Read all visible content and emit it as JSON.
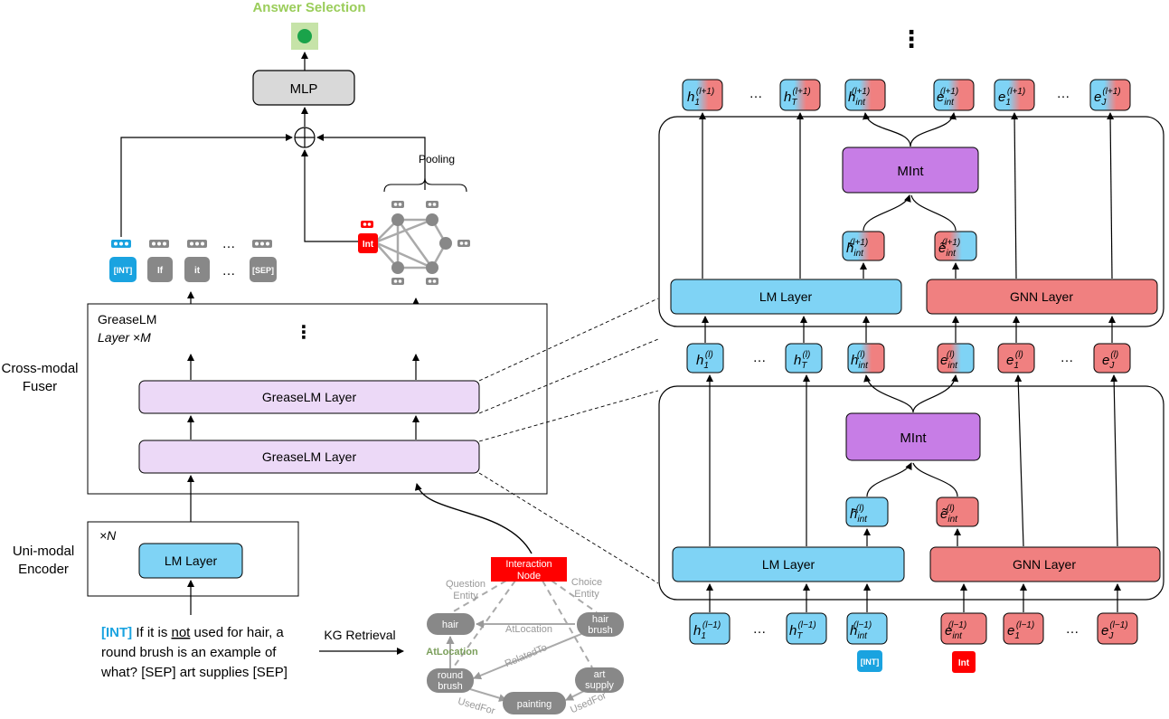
{
  "left": {
    "answer_selection": "Answer Selection",
    "mlp": "MLP",
    "pooling": "Pooling",
    "tokens": [
      "[INT]",
      "If",
      "it",
      "…",
      "[SEP]"
    ],
    "int_node": "Int",
    "greaselm_box_title_1": "GreaseLM",
    "greaselm_box_title_2": "Layer ×M",
    "greaselm_layer_top": "GreaseLM Layer",
    "greaselm_layer_bottom": "GreaseLM Layer",
    "cross_modal_1": "Cross-modal",
    "cross_modal_2": "Fuser",
    "uni_modal_1": "Uni-modal",
    "uni_modal_2": "Encoder",
    "encoder_box_title": "×N",
    "lm_layer": "LM Layer",
    "input_int": "[INT]",
    "input_line1_a": " If it is ",
    "input_line1_not": "not",
    "input_line1_b": " used for hair, a",
    "input_line2": "round brush is an example of",
    "input_line3": "what? [SEP] art supplies  [SEP]",
    "kg_retrieval": "KG Retrieval"
  },
  "kg": {
    "interaction_node_1": "Interaction",
    "interaction_node_2": "Node",
    "question_entity_1": "Question",
    "question_entity_2": "Entity",
    "choice_entity_1": "Choice",
    "choice_entity_2": "Entity",
    "hair": "hair",
    "hair_brush_1": "hair",
    "hair_brush_2": "brush",
    "round_brush_1": "round",
    "round_brush_2": "brush",
    "art_supply_1": "art",
    "art_supply_2": "supply",
    "painting": "painting",
    "edge_atlocation": "AtLocation",
    "edge_atlocation_green": "AtLocation",
    "edge_relatedto": "RelatedTo",
    "edge_usedfor_1": "UsedFor",
    "edge_usedfor_2": "UsedFor"
  },
  "right": {
    "top_ellipsis": "⋮",
    "mint_top": "MInt",
    "mint_bottom": "MInt",
    "lm_layer_top": "LM Layer",
    "gnn_layer_top": "GNN Layer",
    "lm_layer_bottom": "LM Layer",
    "gnn_layer_bottom": "GNN Layer",
    "ellipsis": "…",
    "int_tag": "[INT]",
    "int_tag_kg": "Int",
    "row_top": {
      "h1": "h",
      "h1_sub": "1",
      "hT_sub": "T",
      "hint_sub": "int",
      "e_sub": "int",
      "e1_sub": "1",
      "eJ_sub": "J",
      "sup": "(l+1)"
    },
    "row_mid": {
      "sup": "(l)"
    },
    "row_bot": {
      "sup": "(l−1)"
    },
    "tilde_top_sup": "(l+1)",
    "tilde_bot_sup": "(l)"
  },
  "colors": {
    "lm_blue": "#7fd3f5",
    "gnn_red": "#f08080",
    "mint_purple": "#c77de6",
    "greaselm_lilac": "#ecd9f7",
    "mlp_gray": "#d9d9d9",
    "answer_green": "#9acd5a",
    "int_red": "#ff0000",
    "int_blue": "#1aa3e0"
  }
}
